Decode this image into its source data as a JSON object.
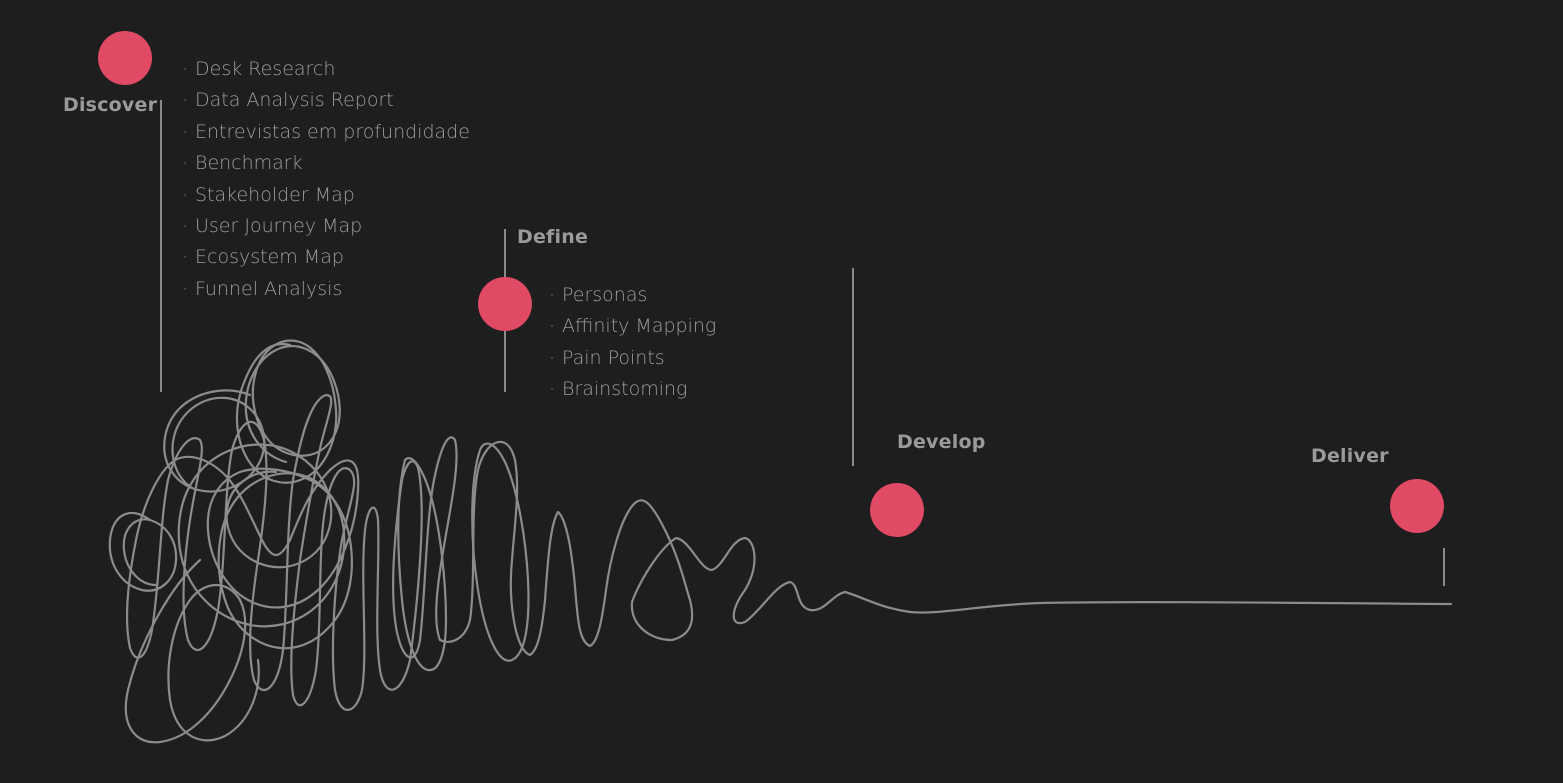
{
  "colors": {
    "background": "#1e1e1e",
    "accent": "#e04a64",
    "text": "#9d9d9d",
    "line": "#8a8a8a"
  },
  "phases": [
    {
      "key": "discover",
      "title": "Discover",
      "items": [
        "Desk Research",
        "Data Analysis Report",
        "Entrevistas em profundidade",
        "Benchmark",
        "Stakeholder Map",
        "User Journey Map",
        "Ecosystem Map",
        "Funnel Analysis"
      ]
    },
    {
      "key": "define",
      "title": "Define",
      "items": [
        "Personas",
        "Affinity Mapping",
        "Pain Points",
        "Brainstoming"
      ]
    },
    {
      "key": "develop",
      "title": "Develop",
      "items": []
    },
    {
      "key": "deliver",
      "title": "Deliver",
      "items": []
    }
  ]
}
